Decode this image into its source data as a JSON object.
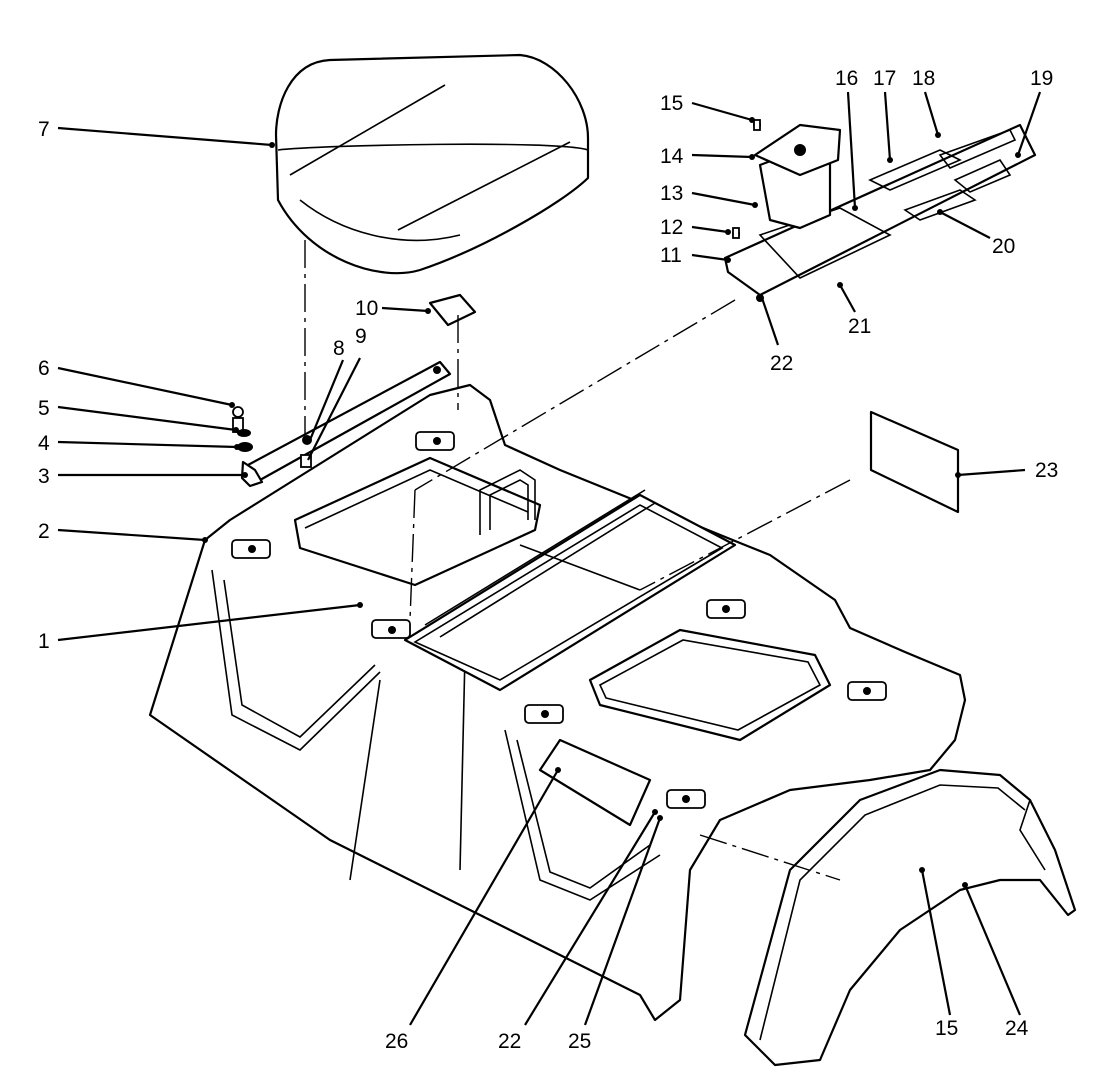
{
  "callouts": {
    "c1": "1",
    "c2": "2",
    "c3": "3",
    "c4": "4",
    "c5": "5",
    "c6": "6",
    "c7": "7",
    "c8": "8",
    "c9": "9",
    "c10": "10",
    "c11": "11",
    "c12": "12",
    "c13": "13",
    "c14": "14",
    "c15": "15",
    "c16": "16",
    "c17": "17",
    "c18": "18",
    "c19": "19",
    "c20": "20",
    "c21": "21",
    "c22": "22",
    "c23": "23",
    "c24": "24",
    "c25": "25",
    "c26": "26",
    "c22b": "22",
    "c15b": "15"
  }
}
